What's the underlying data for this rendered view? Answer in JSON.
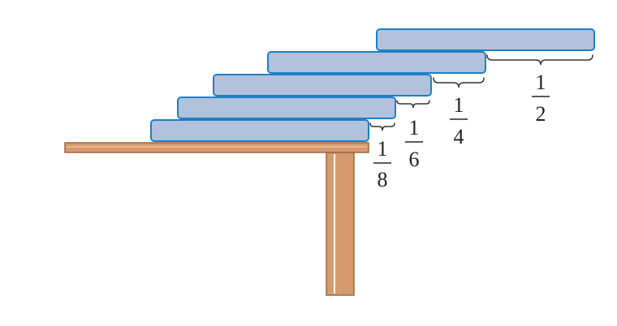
{
  "colors": {
    "block_fill": "#b3c2dc",
    "block_stroke": "#1e7fc4",
    "wood": "#d59a6e",
    "wood_edge": "#9a6a45",
    "brace": "#333333",
    "text": "#222222"
  },
  "overhangs": [
    {
      "numerator": "1",
      "denominator": "2"
    },
    {
      "numerator": "1",
      "denominator": "4"
    },
    {
      "numerator": "1",
      "denominator": "6"
    },
    {
      "numerator": "1",
      "denominator": "8"
    }
  ]
}
